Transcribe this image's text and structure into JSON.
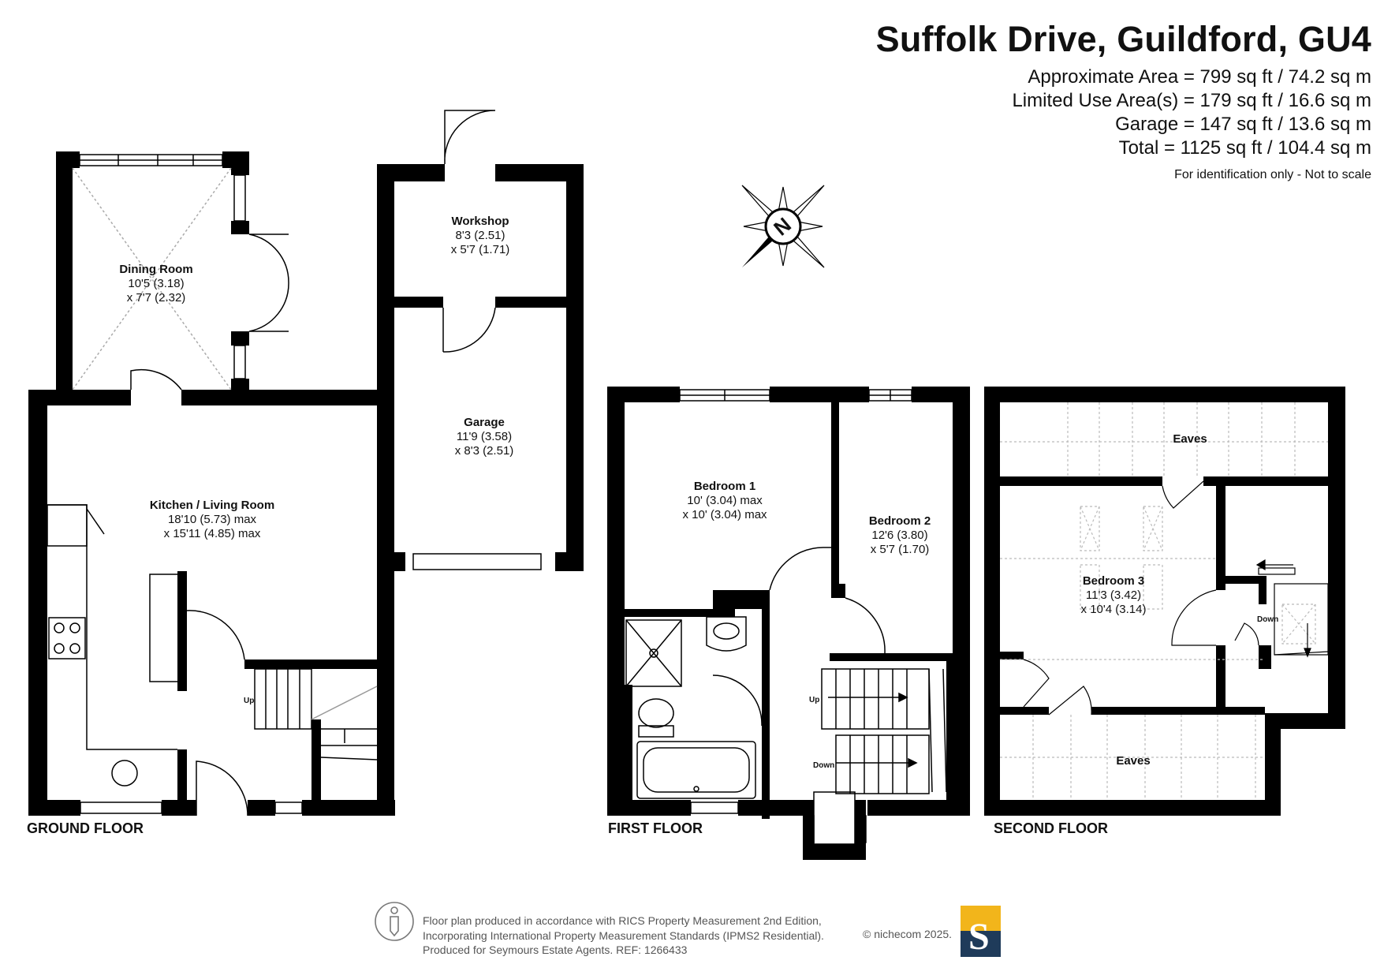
{
  "header": {
    "title": "Suffolk Drive, Guildford, GU4",
    "areas": [
      "Approximate Area = 799 sq ft / 74.2 sq m",
      "Limited Use Area(s) = 179 sq ft / 16.6 sq m",
      "Garage = 147 sq ft / 13.6 sq m",
      "Total = 1125 sq ft / 104.4 sq m"
    ],
    "note": "For identification only - Not to scale"
  },
  "rooms": {
    "dining": {
      "name": "Dining Room",
      "dim1": "10'5 (3.18)",
      "dim2": "x 7'7 (2.32)"
    },
    "workshop": {
      "name": "Workshop",
      "dim1": "8'3 (2.51)",
      "dim2": "x 5'7 (1.71)"
    },
    "garage": {
      "name": "Garage",
      "dim1": "11'9 (3.58)",
      "dim2": "x 8'3 (2.51)"
    },
    "kitchen": {
      "name": "Kitchen / Living Room",
      "dim1": "18'10 (5.73) max",
      "dim2": "x 15'11 (4.85) max"
    },
    "bedroom1": {
      "name": "Bedroom 1",
      "dim1": "10' (3.04) max",
      "dim2": "x 10' (3.04) max"
    },
    "bedroom2": {
      "name": "Bedroom 2",
      "dim1": "12'6 (3.80)",
      "dim2": "x 5'7 (1.70)"
    },
    "bedroom3": {
      "name": "Bedroom 3",
      "dim1": "11'3 (3.42)",
      "dim2": "x 10'4 (3.14)"
    },
    "eaves_top": "Eaves",
    "eaves_bottom": "Eaves"
  },
  "stairs": {
    "ground_up": "Up",
    "first_up": "Up",
    "first_down": "Down",
    "second_down": "Down"
  },
  "floors": {
    "ground": "GROUND FLOOR",
    "first": "FIRST FLOOR",
    "second": "SECOND FLOOR"
  },
  "compass": {
    "letter": "N"
  },
  "footer": {
    "line1": "Floor plan produced in accordance with RICS Property Measurement 2nd Edition,",
    "line2": "Incorporating International Property Measurement Standards (IPMS2 Residential).",
    "line3": "Produced for Seymours Estate Agents.   REF: 1266433",
    "copyright": "© nichecom 2025.",
    "logo_letter": "S"
  },
  "colors": {
    "wall": "#000000",
    "logo_blue": "#1f3b5a",
    "logo_gold": "#f2b51b",
    "grey_text": "#555555"
  }
}
